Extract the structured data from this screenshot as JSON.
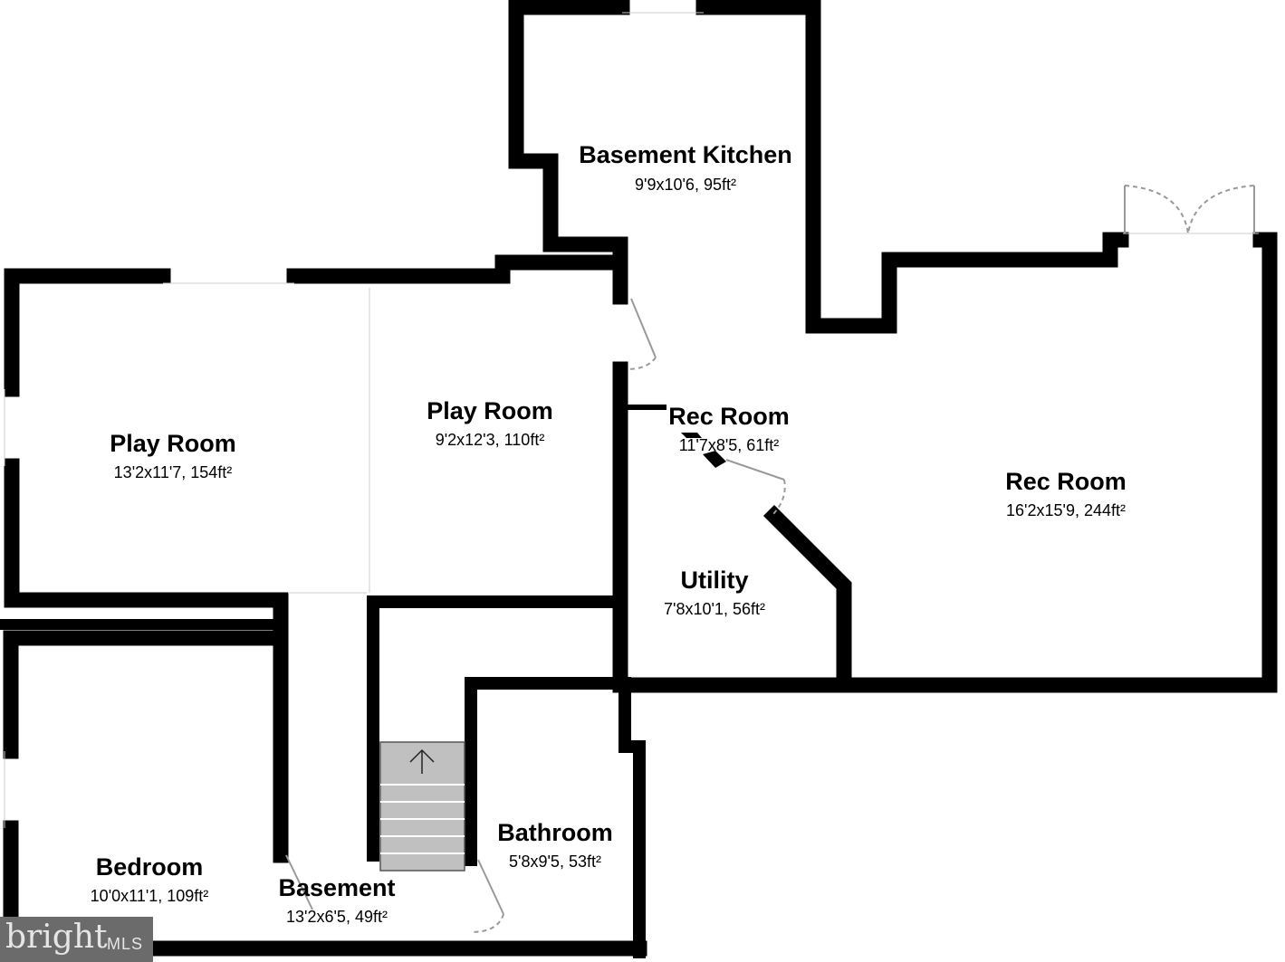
{
  "rooms": [
    {
      "name": "Basement Kitchen",
      "dims": "9'9x10'6, 95ft²"
    },
    {
      "name": "Play Room",
      "dims": "13'2x11'7, 154ft²"
    },
    {
      "name": "Play Room",
      "dims": "9'2x12'3, 110ft²"
    },
    {
      "name": "Rec Room",
      "dims": "11'7x8'5, 61ft²"
    },
    {
      "name": "Rec Room",
      "dims": "16'2x15'9, 244ft²"
    },
    {
      "name": "Utility",
      "dims": "7'8x10'1, 56ft²"
    },
    {
      "name": "Bedroom",
      "dims": "10'0x11'1, 109ft²"
    },
    {
      "name": "Basement",
      "dims": "13'2x6'5, 49ft²"
    },
    {
      "name": "Bathroom",
      "dims": "5'8x9'5, 53ft²"
    }
  ],
  "watermark": {
    "brand": "bright",
    "suffix": "MLS"
  },
  "colors": {
    "wall": "#000000",
    "stairs": "#c0c0c0",
    "door": "#999999"
  }
}
